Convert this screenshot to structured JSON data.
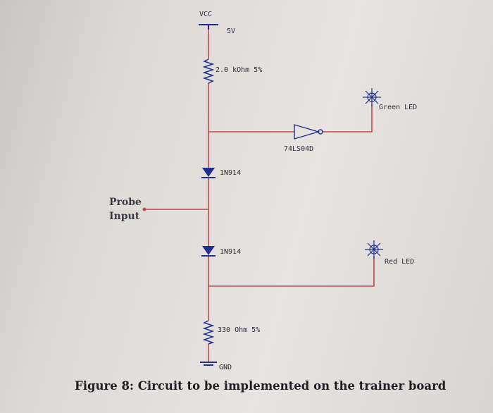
{
  "labels": {
    "vcc": "VCC",
    "supply": "5V",
    "r1": "2.0 kOhm 5%",
    "inverter": "74LS04D",
    "green_led": "Green LED",
    "d1": "1N914",
    "probe_line1": "Probe",
    "probe_line2": "Input",
    "d2": "1N914",
    "red_led": "Red LED",
    "r2": "330 Ohm 5%",
    "gnd": "GND"
  },
  "caption": "Figure 8: Circuit to be implemented on the trainer board",
  "colors": {
    "wire": "#c1484d",
    "component": "#1f2f8f",
    "text": "#2c2c3a"
  }
}
